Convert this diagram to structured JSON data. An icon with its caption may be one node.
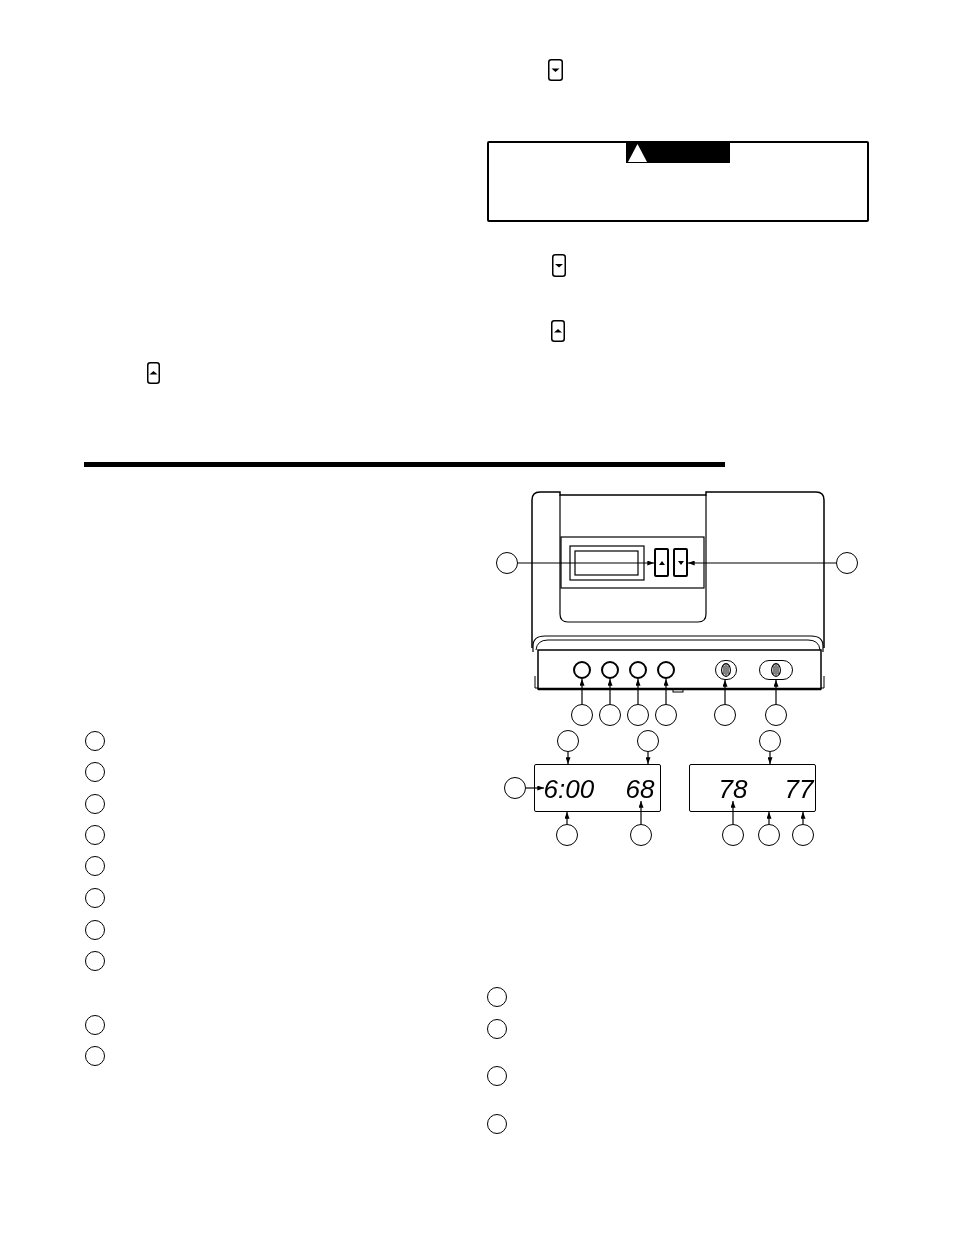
{
  "diagram": {
    "nodes": [
      {
        "text": [],
        "shape": "box"
      },
      {
        "text": [],
        "shape": "circle"
      },
      {
        "text": [],
        "shape": "circle"
      },
      {
        "text": [],
        "shape": "circle"
      },
      {
        "text": [],
        "shape": "circle"
      },
      {
        "text": [],
        "shape": "circle"
      },
      {
        "text": [],
        "shape": "circle"
      },
      {
        "text": [],
        "shape": "circle"
      },
      {
        "text": [],
        "shape": "circle"
      },
      {
        "text": [],
        "shape": "circle"
      },
      {
        "text": [],
        "shape": "circle"
      },
      {
        "text": [],
        "shape": "circle"
      },
      {
        "text": [],
        "shape": "box"
      },
      {
        "text": [],
        "shape": "box"
      },
      {
        "text": [],
        "shape": "circle"
      },
      {
        "text": [],
        "shape": "circle"
      },
      {
        "text": [],
        "shape": "circle"
      },
      {
        "text": [],
        "shape": "circle"
      },
      {
        "text": [],
        "shape": "circle"
      },
      {
        "text": [],
        "shape": "switch"
      },
      {
        "text": [],
        "shape": "switch"
      },
      {
        "text": [],
        "shape": "circle"
      },
      {
        "text": [],
        "shape": "circle"
      },
      {
        "text": [],
        "shape": "circle"
      },
      {
        "text": [],
        "shape": "circle"
      },
      {
        "text": [],
        "shape": "circle"
      },
      {
        "text": [],
        "shape": "circle"
      },
      {
        "text": [],
        "shape": "circle"
      },
      {
        "text": [],
        "shape": "circle"
      },
      {
        "text": [],
        "shape": "circle"
      },
      {
        "text": [],
        "shape": "circle"
      },
      {
        "text": [],
        "shape": "box"
      },
      {
        "text": [
          "6:00"
        ],
        "in": 31
      },
      {
        "text": [
          "68"
        ],
        "in": 31
      },
      {
        "text": [],
        "shape": "box"
      },
      {
        "text": [
          "78"
        ],
        "in": 34
      },
      {
        "text": [
          "77"
        ],
        "in": 34
      },
      {
        "text": [],
        "shape": "circle"
      },
      {
        "text": [],
        "shape": "circle"
      },
      {
        "text": [],
        "shape": "circle"
      },
      {
        "text": [],
        "shape": "circle"
      },
      {
        "text": [],
        "shape": "circle"
      },
      {
        "text": [],
        "shape": "circle"
      },
      {
        "text": [],
        "shape": "circle"
      },
      {
        "text": [],
        "shape": "circle"
      },
      {
        "text": [],
        "shape": "circle"
      }
    ],
    "edges": [
      {
        "from": 11,
        "to": 12,
        "arrow": "to"
      },
      {
        "from": 14,
        "to": 13,
        "arrow": "to"
      },
      {
        "from": 21,
        "to": 15,
        "arrow": "to"
      },
      {
        "from": 22,
        "to": 16,
        "arrow": "to"
      },
      {
        "from": 23,
        "to": 17,
        "arrow": "to"
      },
      {
        "from": 24,
        "to": 18,
        "arrow": "to"
      },
      {
        "from": 25,
        "to": 19,
        "arrow": "to"
      },
      {
        "from": 26,
        "to": 20,
        "arrow": "to"
      },
      {
        "from": 27,
        "to": 31,
        "arrow": "to"
      },
      {
        "from": 28,
        "to": 31,
        "arrow": "to"
      },
      {
        "from": 29,
        "to": 34,
        "arrow": "to"
      },
      {
        "from": 30,
        "to": 32,
        "arrow": "to"
      },
      {
        "from": 37,
        "to": 31,
        "arrow": "to"
      },
      {
        "from": 38,
        "to": 33,
        "arrow": "to"
      },
      {
        "from": 39,
        "to": 35,
        "arrow": "to"
      },
      {
        "from": 40,
        "to": 34,
        "arrow": "to"
      },
      {
        "from": 41,
        "to": 34,
        "arrow": "to"
      }
    ]
  }
}
